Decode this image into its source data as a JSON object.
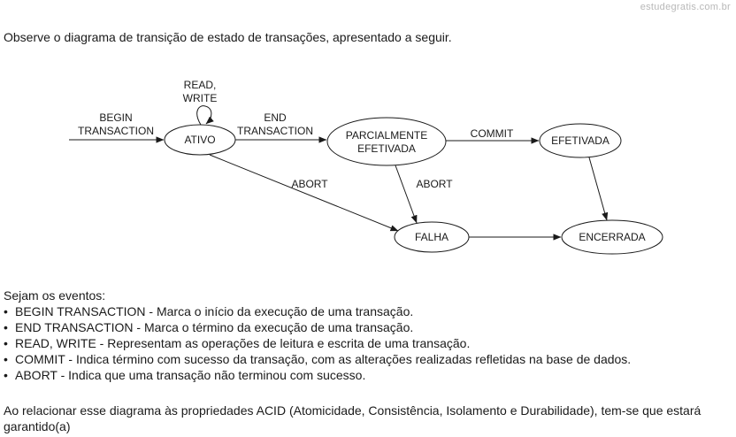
{
  "watermark": "estudegratis.com.br",
  "intro": "Observe o diagrama de transição de estado de transações, apresentado a seguir.",
  "diagram": {
    "states": {
      "ativo": "ATIVO",
      "parcial_line1": "PARCIALMENTE",
      "parcial_line2": "EFETIVADA",
      "efetivada": "EFETIVADA",
      "falha": "FALHA",
      "encerrada": "ENCERRADA"
    },
    "transitions": {
      "begin_line1": "BEGIN",
      "begin_line2": "TRANSACTION",
      "readwrite_line1": "READ,",
      "readwrite_line2": "WRITE",
      "end_line1": "END",
      "end_line2": "TRANSACTION",
      "commit": "COMMIT",
      "abort_ativo": "ABORT",
      "abort_parcial": "ABORT"
    }
  },
  "events": {
    "heading": "Sejam os eventos:",
    "items": [
      "BEGIN TRANSACTION - Marca o início da execução de uma transação.",
      "END TRANSACTION - Marca o término da execução de uma transação.",
      "READ, WRITE - Representam as operações de leitura e escrita de uma transação.",
      "COMMIT - Indica término com sucesso da transação, com as alterações realizadas refletidas na base de dados.",
      "ABORT - Indica que uma transação não terminou com sucesso."
    ]
  },
  "question": "Ao relacionar esse diagrama às propriedades ACID (Atomicidade, Consistência, Isolamento e Durabilidade), tem-se que estará garantido(a)"
}
